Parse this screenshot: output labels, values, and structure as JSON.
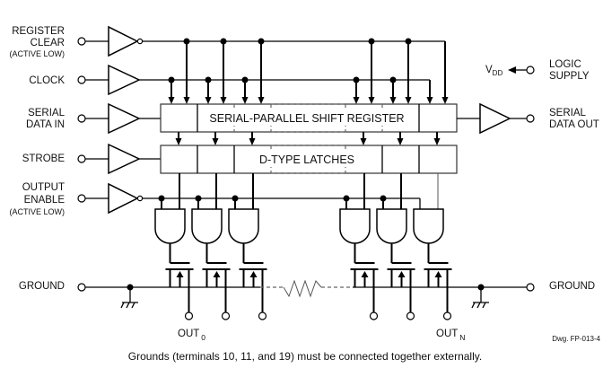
{
  "diagram": {
    "title": "Serial-parallel shift register driver block diagram",
    "inputs": [
      {
        "id": "register_clear",
        "lines": [
          "REGISTER",
          "CLEAR"
        ],
        "note": "(ACTIVE LOW)",
        "inverted": true
      },
      {
        "id": "clock",
        "lines": [
          "CLOCK"
        ],
        "note": "",
        "inverted": false
      },
      {
        "id": "serial_data_in",
        "lines": [
          "SERIAL",
          "DATA IN"
        ],
        "note": "",
        "inverted": false
      },
      {
        "id": "strobe",
        "lines": [
          "STROBE"
        ],
        "note": "",
        "inverted": false
      },
      {
        "id": "output_enable",
        "lines": [
          "OUTPUT",
          "ENABLE"
        ],
        "note": "(ACTIVE LOW)",
        "inverted": true
      },
      {
        "id": "ground_left",
        "lines": [
          "GROUND"
        ],
        "note": ""
      }
    ],
    "right_side": {
      "vdd_label": "V",
      "vdd_subscript": "DD",
      "logic_supply": [
        "LOGIC",
        "SUPPLY"
      ],
      "serial_data_out": [
        "SERIAL",
        "DATA OUT"
      ],
      "ground_right": "GROUND"
    },
    "blocks": {
      "shift_register": "SERIAL-PARALLEL SHIFT REGISTER",
      "latches": "D-TYPE LATCHES"
    },
    "outputs": {
      "first_label": "OUT",
      "first_subscript": "0",
      "last_label": "OUT",
      "last_subscript": "N",
      "count_shown": 6
    },
    "drawing_number": "Dwg. FP-013-4",
    "footnote": "Grounds (terminals 10, 11, and 19) must be connected together externally."
  }
}
